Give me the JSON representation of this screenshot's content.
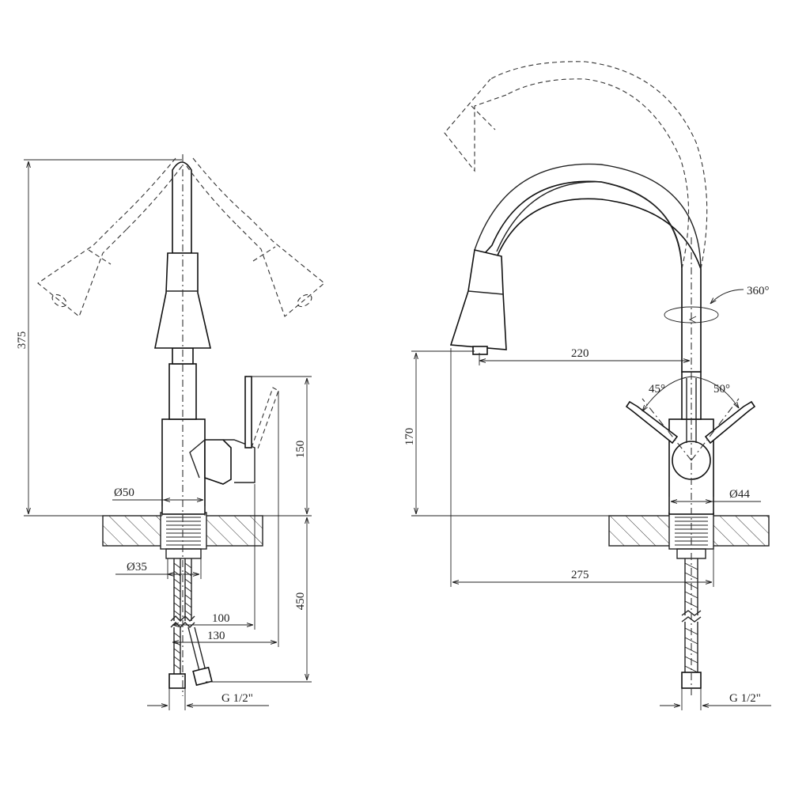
{
  "dimensions": {
    "height_total": "375",
    "height_body": "150",
    "below_counter": "450",
    "diameter_body": "Ø50",
    "diameter_pipe": "Ø35",
    "offset_100": "100",
    "offset_130": "130",
    "thread_left": "G 1/2\"",
    "rotation": "360°",
    "reach": "220",
    "spout_height": "170",
    "angle_left": "45°",
    "angle_right": "50°",
    "diameter_base": "Ø44",
    "overall_depth": "275",
    "thread_right": "G 1/2\""
  }
}
